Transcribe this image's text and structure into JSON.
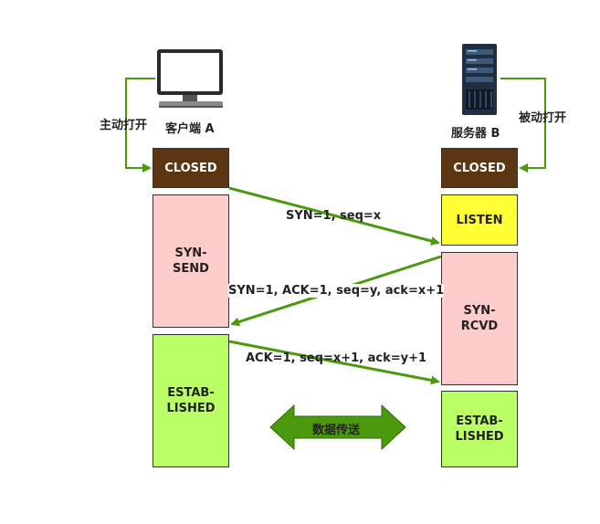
{
  "client": {
    "label": "客户端 A",
    "action": "主动打开",
    "states": {
      "closed": "CLOSED",
      "syn_send": "SYN-\nSEND",
      "established": "ESTAB-\nLISHED"
    }
  },
  "server": {
    "label": "服务器 B",
    "action": "被动打开",
    "states": {
      "closed": "CLOSED",
      "listen": "LISTEN",
      "syn_rcvd": "SYN-\nRCVD",
      "established": "ESTAB-\nLISHED"
    }
  },
  "messages": {
    "syn": "SYN=1, seq=x",
    "syn_ack": "SYN=1, ACK=1, seq=y, ack=x+1",
    "ack": "ACK=1, seq=x+1, ack=y+1"
  },
  "data_transfer": "数据传送",
  "colors": {
    "arrow": "#4b9a0d",
    "closed": "#5c3612",
    "syn_state": "#ffcccc",
    "established": "#bbff66",
    "listen": "#ffff33"
  }
}
